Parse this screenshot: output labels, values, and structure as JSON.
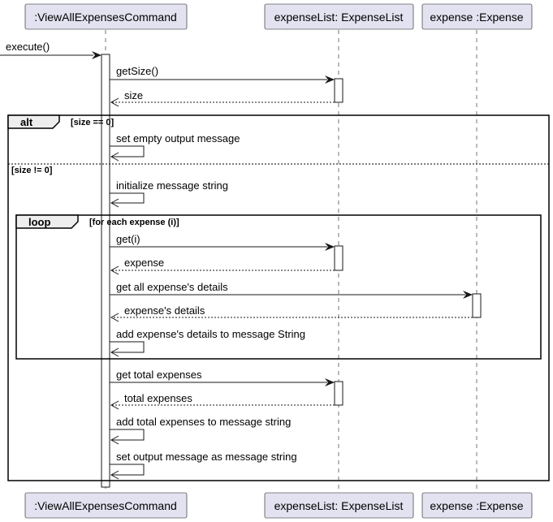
{
  "participants": [
    {
      "id": "cmd",
      "label": ":ViewAllExpensesCommand"
    },
    {
      "id": "list",
      "label": "expenseList: ExpenseList"
    },
    {
      "id": "expense",
      "label": "expense :Expense"
    }
  ],
  "messages": {
    "execute": "execute()",
    "get_size": "getSize()",
    "size": "size",
    "set_empty": "set empty output message",
    "init_string": "initialize message string",
    "get_i": "get(i)",
    "expense_return": "expense",
    "get_details": "get all expense's details",
    "details_return": "expense's details",
    "add_details": "add expense's details to message String",
    "get_total": "get total expenses",
    "total_return": "total expenses",
    "add_total": "add total expenses to message string",
    "set_output": "set output message as message string"
  },
  "fragments": {
    "alt_label": "alt",
    "alt_guard_1": "[size == 0]",
    "alt_guard_2": "[size != 0]",
    "loop_label": "loop",
    "loop_guard": "[for each expense (i)]"
  }
}
